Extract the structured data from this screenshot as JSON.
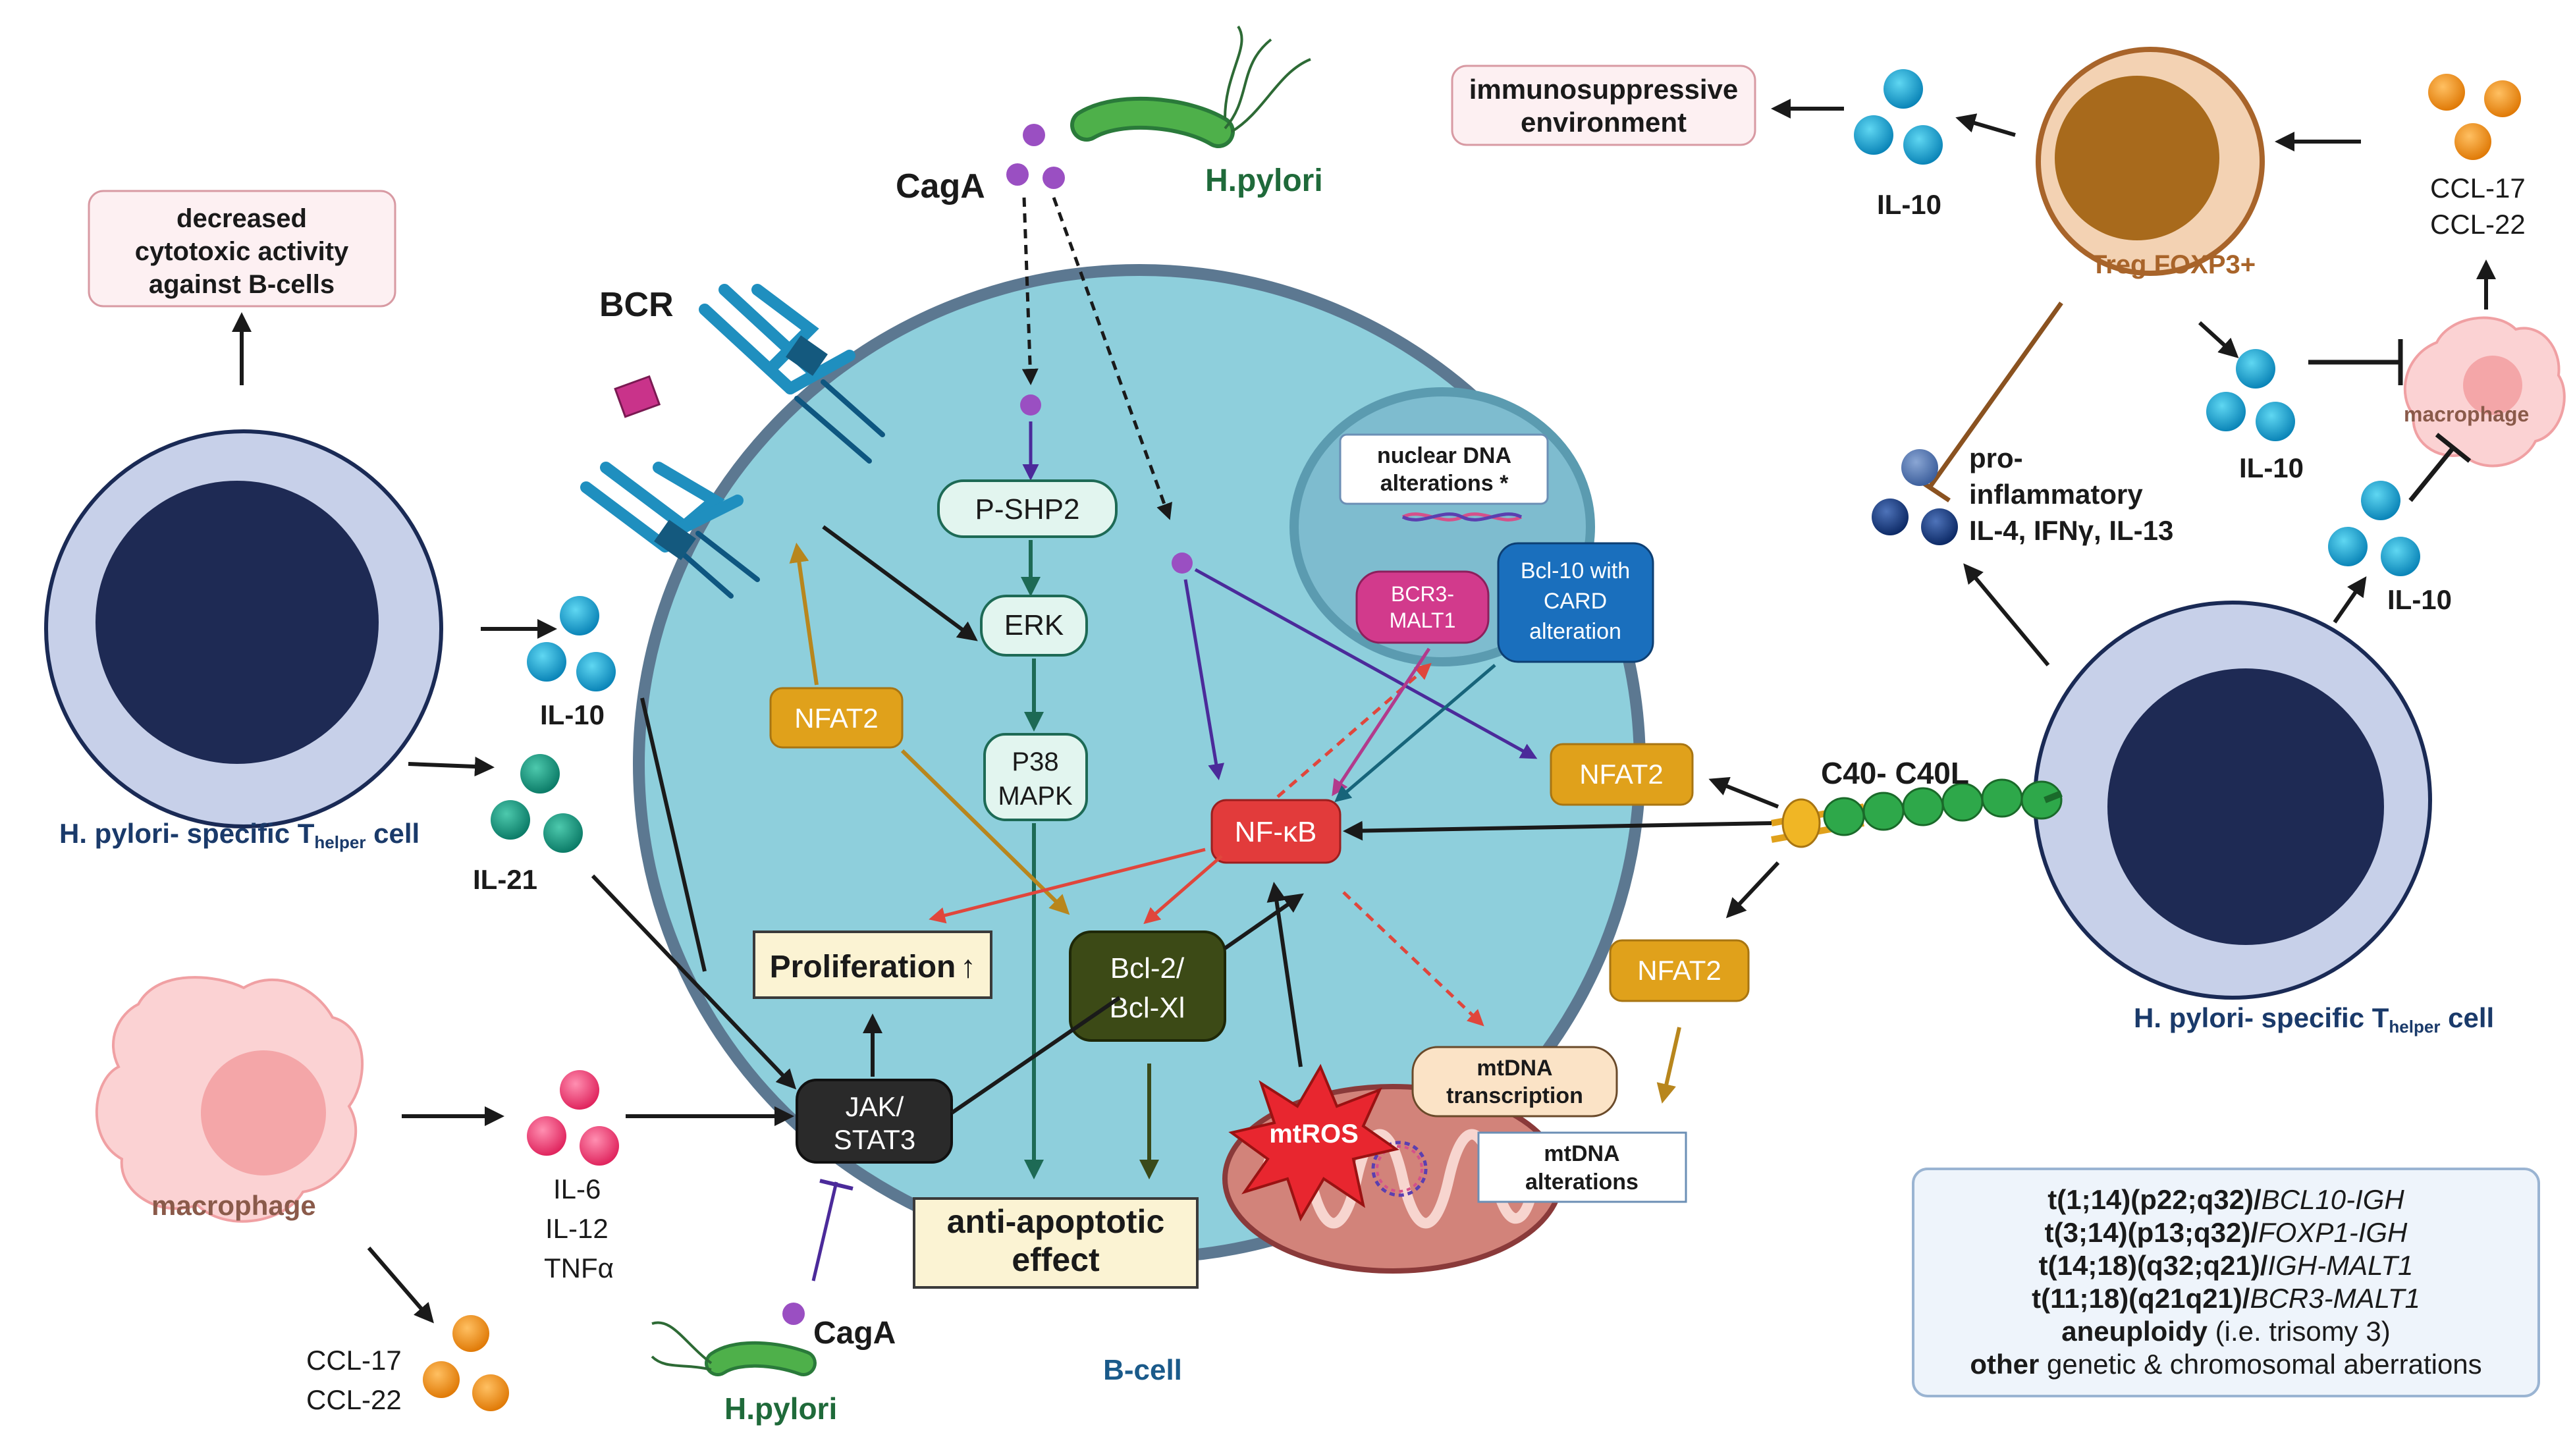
{
  "cell_label": "B-cell",
  "bcr": "BCR",
  "cagA_top": "CagA",
  "hpylori_top": "H.pylori",
  "cagA_bottom": "CagA",
  "hpylori_bottom": "H.pylori",
  "pathway": {
    "pshp2": "P-SHP2",
    "erk": "ERK",
    "p38_l1": "P38",
    "p38_l2": "MAPK",
    "nfat2_left": "NFAT2",
    "nfat2_right": "NFAT2",
    "nfat2_lower": "NFAT2",
    "nfkb": "NF-κB",
    "bcl2_l1": "Bcl-2/",
    "bcl2_l2": "Bcl-Xl",
    "jak_l1": "JAK/",
    "jak_l2": "STAT3",
    "proliferation": "Proliferation",
    "proliferation_arrow": "↑",
    "antiapop_l1": "anti-apoptotic",
    "antiapop_l2": "effect",
    "mtros": "mtROS",
    "mtdna_tx_l1": "mtDNA",
    "mtdna_tx_l2": "transcription",
    "mtdna_alt_l1": "mtDNA",
    "mtdna_alt_l2": "alterations",
    "nuclear_l1": "nuclear DNA",
    "nuclear_l2": "alterations *",
    "bcr3_l1": "BCR3-",
    "bcr3_l2": "MALT1",
    "bcl10_l1": "Bcl-10 with",
    "bcl10_l2": "CARD",
    "bcl10_l3": "alteration"
  },
  "left": {
    "decreased_l1": "decreased",
    "decreased_l2": "cytotoxic activity",
    "decreased_l3": "against B-cells",
    "th_label_a": "H. pylori- specific T",
    "th_label_sub": "helper",
    "th_label_b": " cell",
    "il10": "IL-10",
    "il21": "IL-21",
    "macrophage": "macrophage",
    "il6": "IL-6",
    "il12": "IL-12",
    "tnfa": "TNFα",
    "ccl17": "CCL-17",
    "ccl22": "CCL-22"
  },
  "right": {
    "immuno_l1": "immunosuppressive",
    "immuno_l2": "environment",
    "il10_top": "IL-10",
    "treg": "Treg FOXP3+",
    "ccl17": "CCL-17",
    "ccl22": "CCL-22",
    "macrophage": "macrophage",
    "il10_mid": "IL-10",
    "il10_low": "IL-10",
    "proinf_l1": "pro-",
    "proinf_l2": "inflammatory",
    "proinf_l3": "IL-4, IFNγ, IL-13",
    "c40": "C40- C40L",
    "th_label_a": "H. pylori- specific T",
    "th_label_sub": "helper",
    "th_label_b": " cell"
  },
  "translocations": [
    {
      "bold": "t(1;14)(p22;q32)/",
      "ital": "BCL10-IGH"
    },
    {
      "bold": "t(3;14)(p13;q32)/",
      "ital": "FOXP1-IGH"
    },
    {
      "bold": "t(14;18)(q32;q21)/",
      "ital": "IGH-MALT1"
    },
    {
      "bold": "t(11;18)(q21q21)/",
      "ital": "BCR3-MALT1"
    },
    {
      "bold": "aneuploidy",
      "normal": " (i.e. trisomy 3)"
    },
    {
      "bold": "other",
      "normal": " genetic & chromosomal aberrations"
    }
  ],
  "colors": {
    "cell_fill": "#8ecfdc",
    "cell_border": "#5c7891",
    "nfat": "#e0a11b",
    "nfkb": "#e23b3b",
    "bcl2": "#3c4a16",
    "jak": "#2a2a2a",
    "th_cell": "#c7d0e9",
    "th_nucleus": "#1e2a54",
    "treg": "#f3d2b3",
    "treg_nucleus": "#a86a1c"
  }
}
